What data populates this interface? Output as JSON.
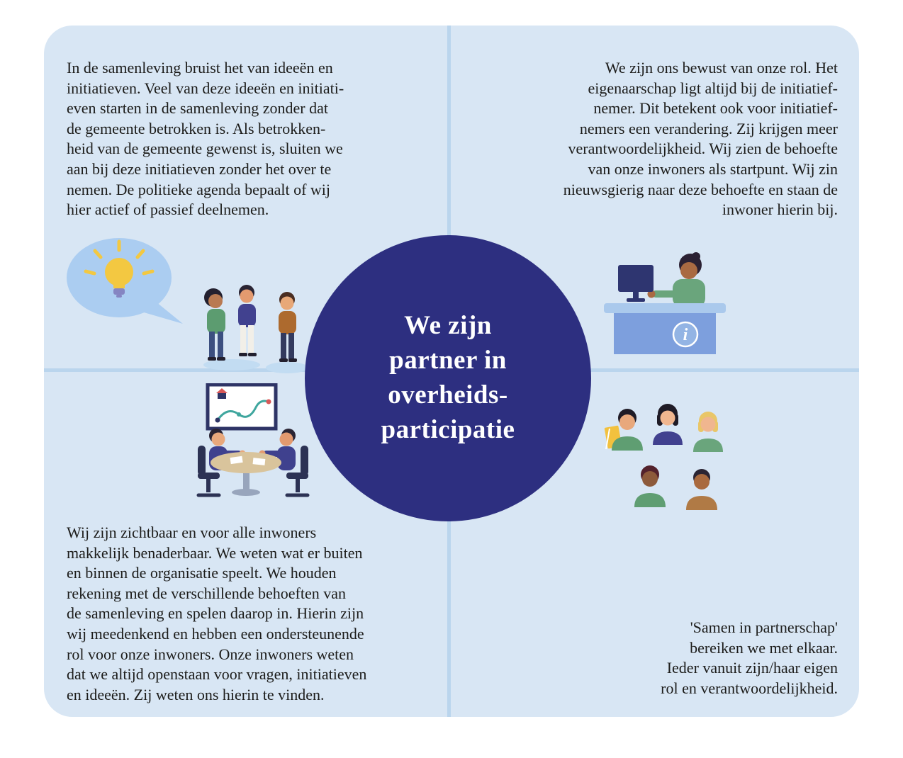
{
  "title": "We zijn partner in overheidsparticipatie",
  "center": {
    "text": "We zijn\npartner in\noverheids-\nparticipatie",
    "bg_color": "#2d2f80",
    "text_color": "#ffffff"
  },
  "quadrants": {
    "top_left": {
      "text": "In de samenleving bruist het van ideeën en\ninitiatieven. Veel van deze ideeën en initiati-\neven starten in de samenleving zonder dat\nde gemeente betrokken is. Als betrokken-\nheid van de gemeente gewenst is, sluiten we\naan bij deze initiatieven zonder het over te\nnemen. De politieke agenda bepaalt of wij\nhier actief of passief deelnemen."
    },
    "top_right": {
      "text": "We zijn ons bewust van onze rol. Het\neigenaarschap ligt altijd bij de initiatief-\nnemer. Dit betekent ook voor initiatief-\nnemers een verandering. Zij krijgen meer\nverantwoordelijkheid. Wij zien de behoefte\nvan onze inwoners als startpunt. Wij zin\nnieuwsgierig naar deze behoefte en staan de\ninwoner hierin bij."
    },
    "bottom_left": {
      "text": "Wij zijn zichtbaar en voor alle inwoners\nmakkelijk benaderbaar. We weten wat er buiten\nen binnen de organisatie speelt. We houden\nrekening met de verschillende behoeften van\nde samenleving en spelen daarop in. Hierin zijn\nwij meedenkend en hebben een ondersteunende\nrol voor onze inwoners. Onze inwoners weten\ndat we altijd openstaan voor vragen, initiatieven\nen ideeën. Zij weten ons hierin te vinden."
    },
    "bottom_right": {
      "text": "'Samen in partnerschap'\nbereiken we met elkaar.\nIeder vanuit zijn/haar eigen\nrol en verantwoordelijkheid."
    }
  },
  "icons": {
    "info_label": "i"
  },
  "illustrations": {
    "top_left": "people-sharing-idea-with-lightbulb-speech-bubble",
    "top_right": "employee-at-information-desk-with-monitor",
    "bottom_left": "two-people-meeting-at-round-table-with-route-poster",
    "bottom_right": "group-of-five-people-in-conversation"
  },
  "colors": {
    "panel_bg": "#d8e6f4",
    "divider": "#bad5ed",
    "body_text": "#1c1c1a",
    "lightbulb_yellow": "#f3c841",
    "bubble_blue": "#abcdf1"
  }
}
